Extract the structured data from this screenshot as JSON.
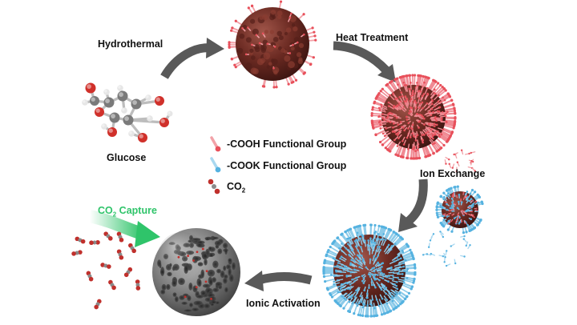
{
  "labels": {
    "hydrothermal": "Hydrothermal",
    "heat_treatment": "Heat Treatment",
    "ion_exchange": "Ion Exchange",
    "ionic_activation": "Ionic Activation",
    "glucose": "Glucose"
  },
  "capture": {
    "prefix": "CO",
    "sub": "2",
    "suffix": " Capture"
  },
  "legend": {
    "cooh": "-COOH Functional Group",
    "cook": "-COOK Functional Group",
    "co2_prefix": "CO",
    "co2_sub": "2"
  },
  "colors": {
    "arrow": "#595959",
    "core_brown": "#6b2a22",
    "cooh_red": "#e8505b",
    "cook_blue": "#55b2e0",
    "porous_gray": "#6f6f6f",
    "capture_green": "#2fc46a",
    "co2_red": "#c0302c",
    "co2_gray": "#8a8a8a"
  },
  "icons": [
    "glucose-molecule-icon",
    "brown-carbon-sphere-icon",
    "cooh-group-icon",
    "cook-group-icon",
    "co2-molecule-icon",
    "process-arrow-icon"
  ]
}
